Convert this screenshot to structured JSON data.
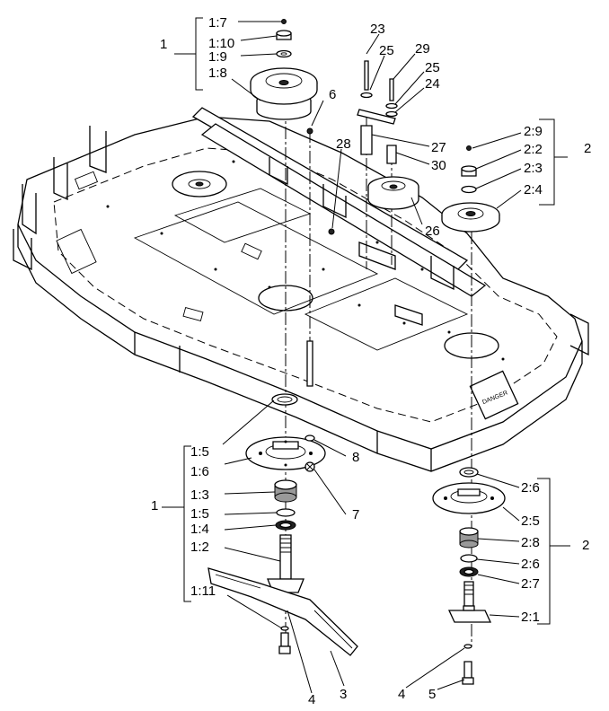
{
  "callouts": {
    "group_top_left": "1",
    "c_1_7": "1:7",
    "c_1_10": "1:10",
    "c_1_9": "1:9",
    "c_1_8": "1:8",
    "c_6": "6",
    "c_23": "23",
    "c_25a": "25",
    "c_29": "29",
    "c_25b": "25",
    "c_24": "24",
    "c_28": "28",
    "c_27": "27",
    "c_30": "30",
    "c_26": "26",
    "group_top_right": "2",
    "c_2_9": "2:9",
    "c_2_2": "2:2",
    "c_2_3": "2:3",
    "c_2_4": "2:4",
    "group_bottom_left": "1",
    "c_1_5a": "1:5",
    "c_1_6": "1:6",
    "c_1_3": "1:3",
    "c_1_5b": "1:5",
    "c_1_4": "1:4",
    "c_1_2": "1:2",
    "c_1_11": "1:11",
    "c_8": "8",
    "c_7": "7",
    "c_4a": "4",
    "c_3": "3",
    "group_bottom_right": "2",
    "c_2_6a": "2:6",
    "c_2_5": "2:5",
    "c_2_8": "2:8",
    "c_2_6b": "2:6",
    "c_2_7": "2:7",
    "c_2_1": "2:1",
    "c_4b": "4",
    "c_5": "5"
  },
  "deck_label": "DANGER"
}
